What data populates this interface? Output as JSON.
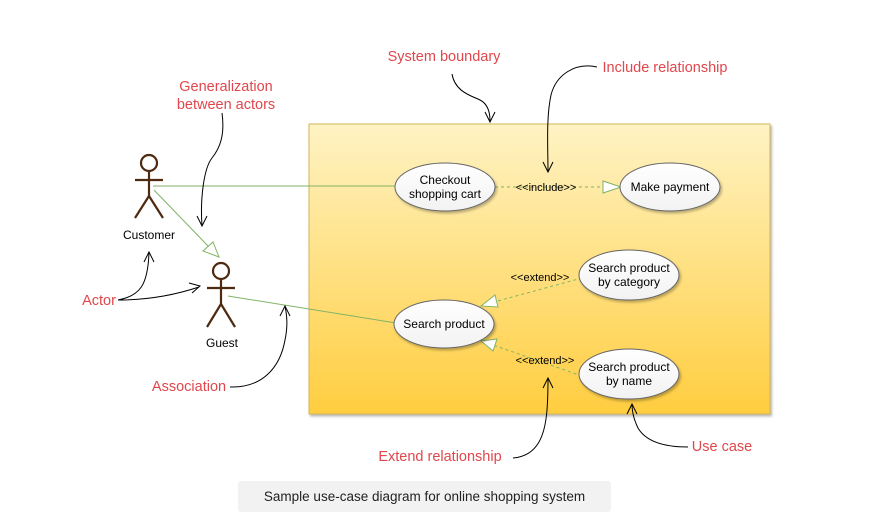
{
  "caption": "Sample use-case diagram for online shopping system",
  "colors": {
    "annotation": "#e0474c",
    "boundary_top": "#fff3c4",
    "boundary_bottom": "#ffcd3f",
    "boundary_stroke": "#d6b656",
    "actor_stroke": "#4d2a10",
    "association": "#82b366",
    "include_line": "#82b366",
    "extend_line": "#82b366"
  },
  "actors": {
    "customer": "Customer",
    "guest": "Guest"
  },
  "use_cases": {
    "checkout": [
      "Checkout",
      "shopping cart"
    ],
    "make_payment": [
      "Make payment"
    ],
    "search_product": [
      "Search product"
    ],
    "search_by_category": [
      "Search product",
      "by category"
    ],
    "search_by_name": [
      "Search product",
      "by name"
    ]
  },
  "relationships": {
    "include": "<<include>>",
    "extend_category": "<<extend>>",
    "extend_name": "<<extend>>"
  },
  "annotations": {
    "system_boundary": [
      "System boundary"
    ],
    "include_relationship": [
      "Include relationship"
    ],
    "generalization": [
      "Generalization",
      "between actors"
    ],
    "actor": [
      "Actor"
    ],
    "association": [
      "Association"
    ],
    "extend_relationship": [
      "Extend relationship"
    ],
    "use_case": [
      "Use case"
    ]
  }
}
